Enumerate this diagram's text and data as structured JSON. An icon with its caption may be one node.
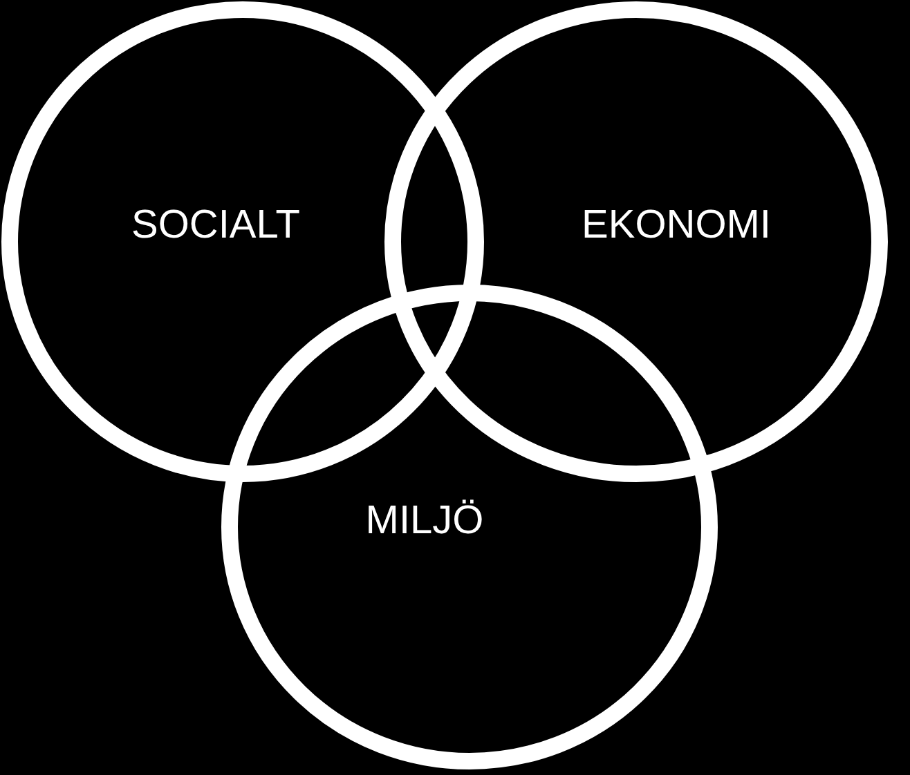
{
  "diagram": {
    "nodes": [
      {
        "text": [
          "SOCIALT"
        ]
      },
      {
        "text": [
          "EKONOMI"
        ]
      },
      {
        "text": [
          "MILJÖ"
        ]
      }
    ]
  }
}
